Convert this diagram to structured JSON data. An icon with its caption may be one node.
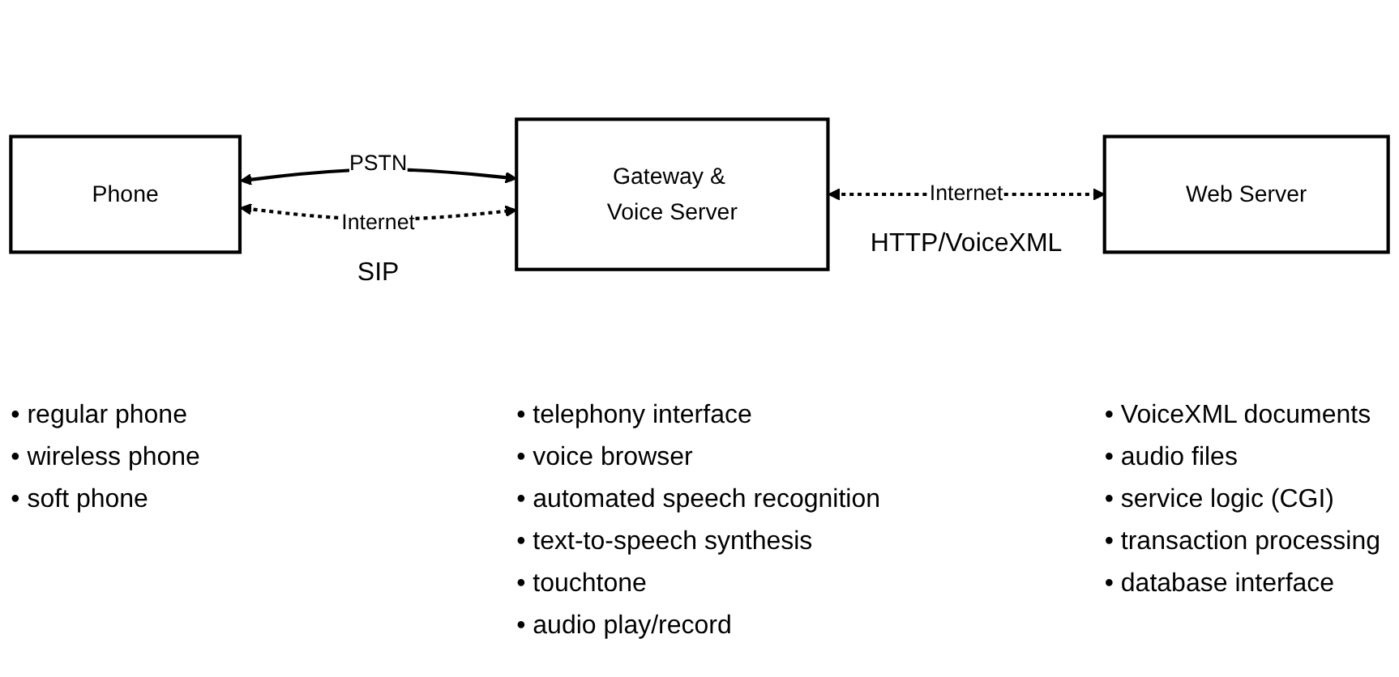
{
  "diagram": {
    "nodes": [
      {
        "text": [
          "Phone"
        ],
        "beside": [
          "• regular phone",
          "• wireless phone",
          "• soft phone"
        ]
      },
      {
        "text": [
          "Gateway & Voice Server"
        ],
        "beside": [
          "• telephony interface",
          "• voice browser",
          "• automated speech recognition",
          "• text-to-speech synthesis",
          "• touchtone",
          "• audio play/record"
        ]
      },
      {
        "text": [
          "Web Server"
        ],
        "beside": [
          "• VoiceXML documents",
          "• audio files",
          "• service logic (CGI)",
          "• transaction processing",
          "• database interface"
        ]
      }
    ],
    "edges": [
      {
        "from": 0,
        "to": 1,
        "arrow": "both",
        "label": "PSTN"
      },
      {
        "from": 0,
        "to": 1,
        "arrow": "both",
        "label": "Internet",
        "style": "dashed"
      },
      {
        "from": 1,
        "to": 2,
        "arrow": "both",
        "label": "Internet",
        "style": "dashed"
      }
    ],
    "labels": [
      "SIP",
      "HTTP/VoiceXML"
    ]
  }
}
